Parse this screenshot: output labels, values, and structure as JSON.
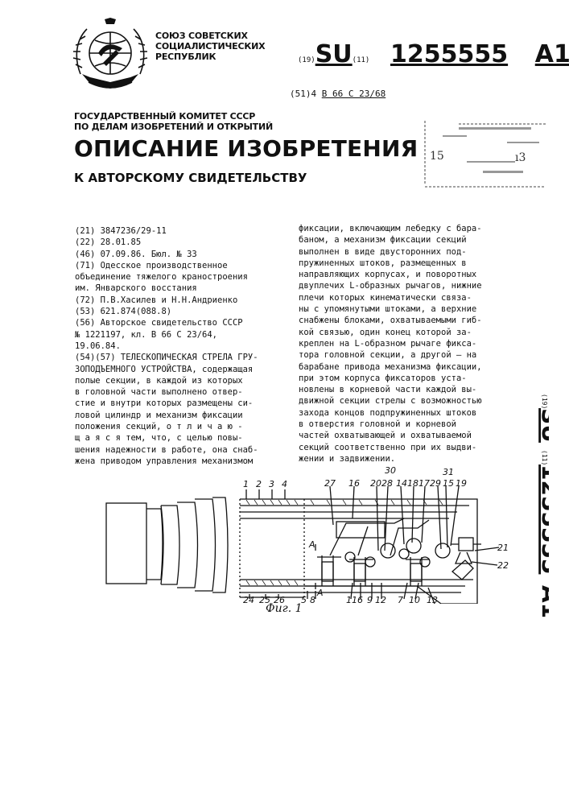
{
  "header": {
    "union_lines": [
      "СОЮЗ СОВЕТСКИХ",
      "СОЦИАЛИСТИЧЕСКИХ",
      "РЕСПУБЛИК"
    ],
    "code19": "(19)",
    "country": "SU",
    "code11": "(11)",
    "number": "1255555",
    "kind": "A1",
    "ipc_prefix": "(51)4",
    "ipc_class": "B 66 C 23/68"
  },
  "committee_lines": [
    "ГОСУДАРСТВЕННЫЙ КОМИТЕТ СССР",
    "ПО ДЕЛАМ ИЗОБРЕТЕНИЙ И ОТКРЫТИЙ"
  ],
  "title": "ОПИСАНИЕ ИЗОБРЕТЕНИЯ",
  "subtitle": "К АВТОРСКОМУ СВИДЕТЕЛЬСТВУ",
  "biblio_lines": [
    "(21) 3847236/29-11",
    "(22) 28.01.85",
    "(46) 07.09.86. Бюл. № 33",
    "(71) Одесское производственное",
    "объединение тяжелого краностроения",
    "им. Январского восстания",
    "(72) П.В.Хасилев и Н.Н.Андриенко",
    "(53) 621.874(088.8)",
    "(56) Авторское свидетельство СССР",
    "№ 1221197, кл. В 66 С 23/64,",
    "19.06.84.",
    "(54)(57) ТЕЛЕСКОПИЧЕСКАЯ СТРЕЛА ГРУ-",
    "ЗОПОДЪЕМНОГО УСТРОЙСТВА, содержащая",
    "полые секции, в каждой из которых",
    "в головной части выполнено отвер-",
    "стие и внутри которых размещены си-",
    "ловой цилиндр и механизм фиксации",
    "положения секций, о т л и ч а ю -",
    "щ а я с я  тем, что, с целью повы-",
    "шения надежности в работе, она снаб-",
    "жена приводом управления механизмом"
  ],
  "body_right_lines": [
    "фиксации, включающим лебедку с бара-",
    "баном, а механизм фиксации секций",
    "выполнен в виде двусторонних под-",
    "пружиненных штоков, размещенных в",
    "направляющих корпусах, и поворотных",
    "двуплечих L-образных рычагов, нижние",
    "плечи которых кинематически связа-",
    "ны с упомянутыми штоками, а верхние",
    "снабжены блоками, охватываемыми гиб-",
    "кой связью, один конец которой за-",
    "креплен на L-образном рычаге фикса-",
    "тора головной секции, а другой – на",
    "барабане привода механизма фиксации,",
    "при этом корпуса фиксаторов уста-",
    "новлены в корневой части каждой вы-",
    "движной секции стрелы с возможностью",
    "захода концов подпружиненных штоков",
    "в отверстия головной и корневой",
    "частей охватывающей и охватываемой",
    "секций соответственно при их выдви-",
    "жении и задвижении."
  ],
  "figure": {
    "caption": "Фиг. 1",
    "labels_top": [
      "1",
      "2",
      "3",
      "4"
    ],
    "labels_top_right": [
      "27",
      "16",
      "20",
      "28",
      "14",
      "18",
      "17",
      "29",
      "15",
      "19"
    ],
    "label_30": "30",
    "label_31": "31",
    "label_21": "21",
    "label_22": "22",
    "label_13": "13",
    "label_A": "А",
    "labels_bottom_left": [
      "24",
      "25",
      "26"
    ],
    "labels_bottom": [
      "5",
      "8"
    ],
    "labels_bottom_right": [
      "11",
      "6",
      "9",
      "12",
      "7",
      "10"
    ]
  },
  "stamp_text": "15"
}
